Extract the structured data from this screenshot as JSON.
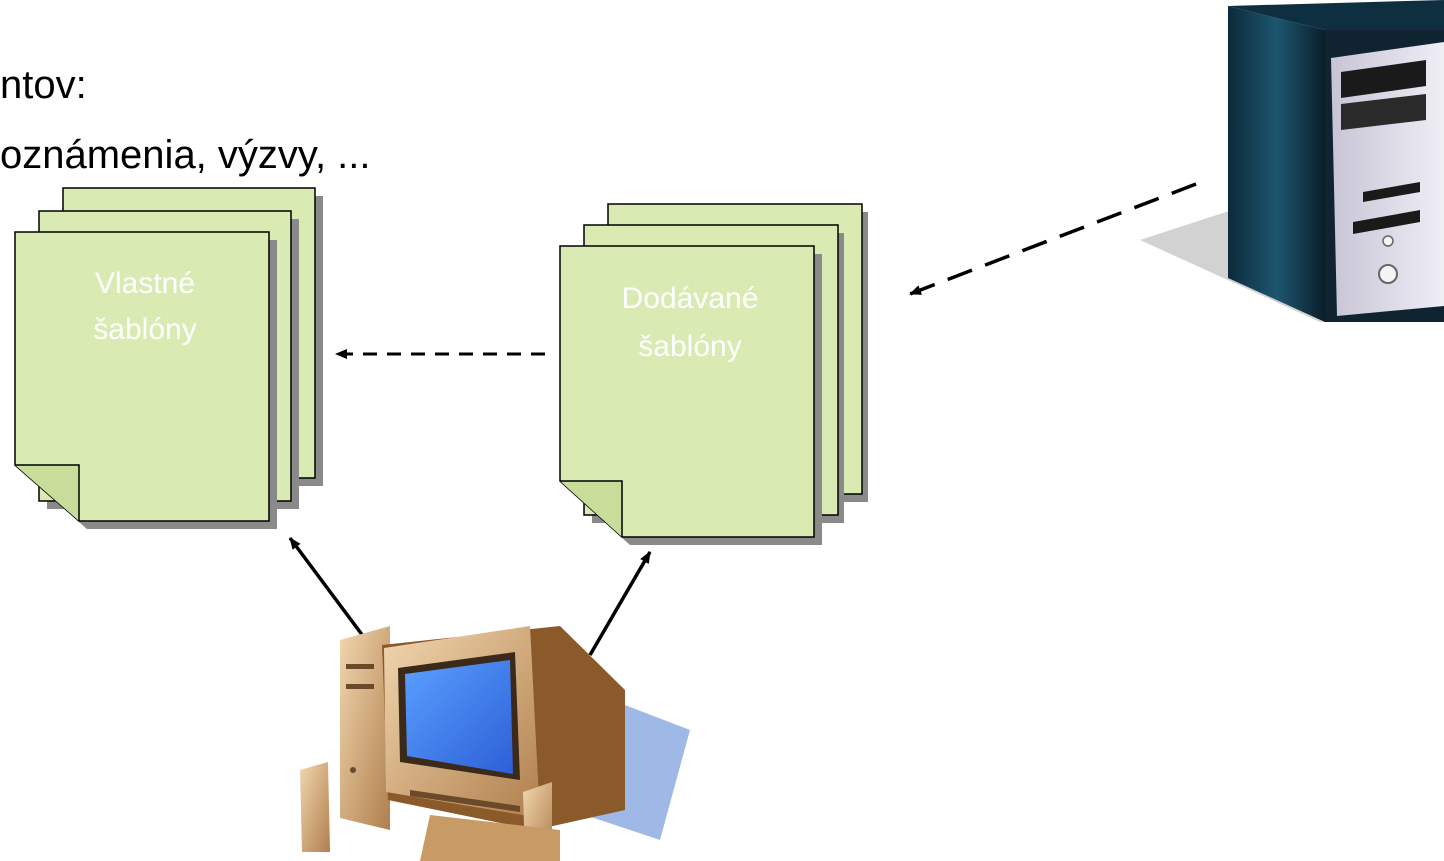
{
  "slide": {
    "line1": "ntov:",
    "line2": "oznámenia, výzvy, ..."
  },
  "stacks": {
    "own": {
      "label_line1": "Vlastné",
      "label_line2": "šablóny"
    },
    "supplied": {
      "label_line1": "Dodávané",
      "label_line2": "šablóny"
    }
  },
  "colors": {
    "page_fill": "#d9eab3",
    "page_stroke": "#000000",
    "page_shadow": "#8a8a8a",
    "arrow": "#000000"
  },
  "icons": {
    "server": "server-tower-icon",
    "workstation": "desktop-computer-icon"
  }
}
